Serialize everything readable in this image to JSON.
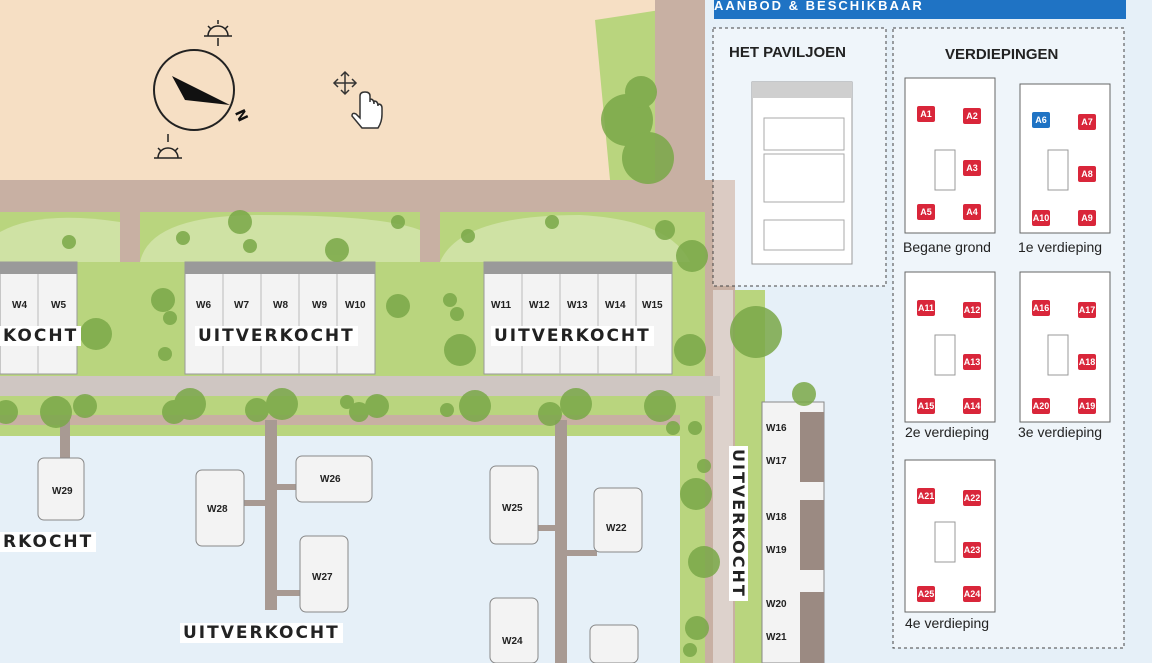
{
  "banner": {
    "text": "AANBOD & BESCHIKBAAR"
  },
  "labels": {
    "uitverkocht_1": "KOCHT",
    "uitverkocht_2": "UITVERKOCHT",
    "uitverkocht_3": "UITVERKOCHT",
    "uitverkocht_4": "RKOCHT",
    "uitverkocht_5": "UITVERKOCHT",
    "uitverkocht_6": "UITVERKOCHT"
  },
  "row_units": [
    "W4",
    "W5",
    "W6",
    "W7",
    "W8",
    "W9",
    "W10",
    "W11",
    "W12",
    "W13",
    "W14",
    "W15"
  ],
  "water_units": [
    "W29",
    "W28",
    "W26",
    "W27",
    "W25",
    "W22",
    "W24"
  ],
  "right_units": [
    "W16",
    "W17",
    "W18",
    "W19",
    "W20",
    "W21"
  ],
  "pavilion": {
    "title": "HET PAVILJOEN"
  },
  "floors": {
    "title": "VERDIEPINGEN",
    "items": [
      {
        "label": "Begane grond",
        "apartments": [
          {
            "id": "A1",
            "status": "sold"
          },
          {
            "id": "A2",
            "status": "sold"
          },
          {
            "id": "A3",
            "status": "sold"
          },
          {
            "id": "A5",
            "status": "sold"
          },
          {
            "id": "A4",
            "status": "sold"
          }
        ]
      },
      {
        "label": "1e verdieping",
        "apartments": [
          {
            "id": "A6",
            "status": "available"
          },
          {
            "id": "A7",
            "status": "sold"
          },
          {
            "id": "A8",
            "status": "sold"
          },
          {
            "id": "A10",
            "status": "sold"
          },
          {
            "id": "A9",
            "status": "sold"
          }
        ]
      },
      {
        "label": "2e verdieping",
        "apartments": [
          {
            "id": "A11",
            "status": "sold"
          },
          {
            "id": "A12",
            "status": "sold"
          },
          {
            "id": "A13",
            "status": "sold"
          },
          {
            "id": "A15",
            "status": "sold"
          },
          {
            "id": "A14",
            "status": "sold"
          }
        ]
      },
      {
        "label": "3e verdieping",
        "apartments": [
          {
            "id": "A16",
            "status": "sold"
          },
          {
            "id": "A17",
            "status": "sold"
          },
          {
            "id": "A18",
            "status": "sold"
          },
          {
            "id": "A20",
            "status": "sold"
          },
          {
            "id": "A19",
            "status": "sold"
          }
        ]
      },
      {
        "label": "4e verdieping",
        "apartments": [
          {
            "id": "A21",
            "status": "sold"
          },
          {
            "id": "A22",
            "status": "sold"
          },
          {
            "id": "A23",
            "status": "sold"
          },
          {
            "id": "A25",
            "status": "sold"
          },
          {
            "id": "A24",
            "status": "sold"
          }
        ]
      }
    ]
  },
  "colors": {
    "sold": "#d9263a",
    "available": "#1f73c4",
    "sand": "#f6dfc4",
    "grass": "#b9d57e",
    "water": "#e6f0f8",
    "path": "#c8b0a3",
    "tree": "#6e9c3a"
  },
  "icons": {
    "compass": "compass-north-icon",
    "sunrise": "sunrise-icon",
    "sunset": "sunset-icon",
    "pan": "pan-hand-icon"
  }
}
